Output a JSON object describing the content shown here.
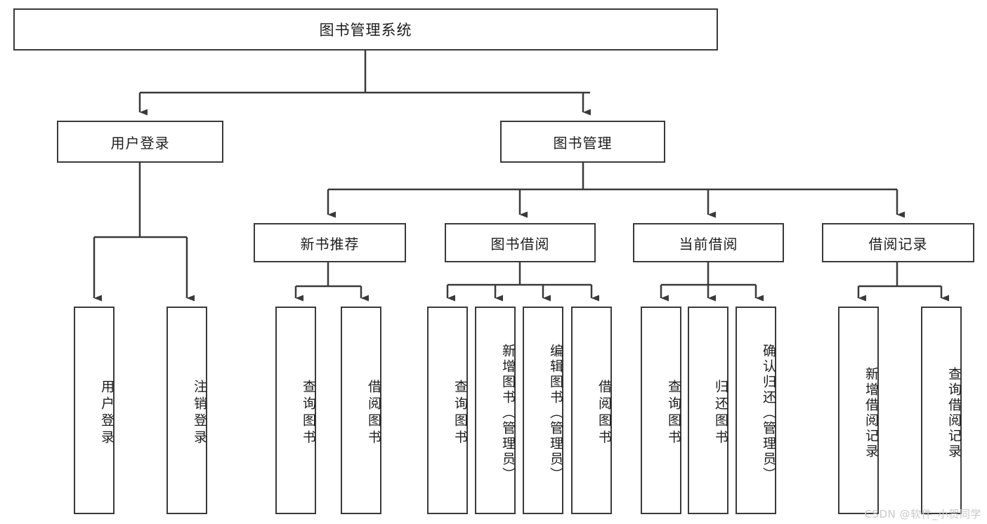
{
  "diagram": {
    "title": "图书管理系统",
    "type": "tree-hierarchy-diagram",
    "root": {
      "label": "图书管理系统"
    },
    "level2": [
      {
        "label": "用户登录"
      },
      {
        "label": "图书管理"
      }
    ],
    "level3": [
      {
        "label": "新书推荐"
      },
      {
        "label": "图书借阅"
      },
      {
        "label": "当前借阅"
      },
      {
        "label": "借阅记录"
      }
    ],
    "leaves": {
      "user_login": [
        {
          "label": "用户登录"
        },
        {
          "label": "注销登录"
        }
      ],
      "new_book_recommend": [
        {
          "label": "查询图书"
        },
        {
          "label": "借阅图书"
        }
      ],
      "book_borrow": [
        {
          "label": "查询图书"
        },
        {
          "label": "新增图书（管理员）"
        },
        {
          "label": "编辑图书（管理员）"
        },
        {
          "label": "借阅图书"
        }
      ],
      "current_borrow": [
        {
          "label": "查询图书"
        },
        {
          "label": "归还图书"
        },
        {
          "label": "确认归还（管理员）"
        }
      ],
      "borrow_record": [
        {
          "label": "新增借阅记录"
        },
        {
          "label": "查询借阅记录"
        }
      ]
    }
  },
  "watermark": {
    "text": "CSDN @软件_小贺同学"
  },
  "colors": {
    "box_border": "#3a3a3a",
    "box_fill": "#ffffff",
    "connector": "#3a3a3a",
    "text": "#1d1d1d",
    "watermark": "#c9c9c9",
    "background": "#ffffff"
  }
}
